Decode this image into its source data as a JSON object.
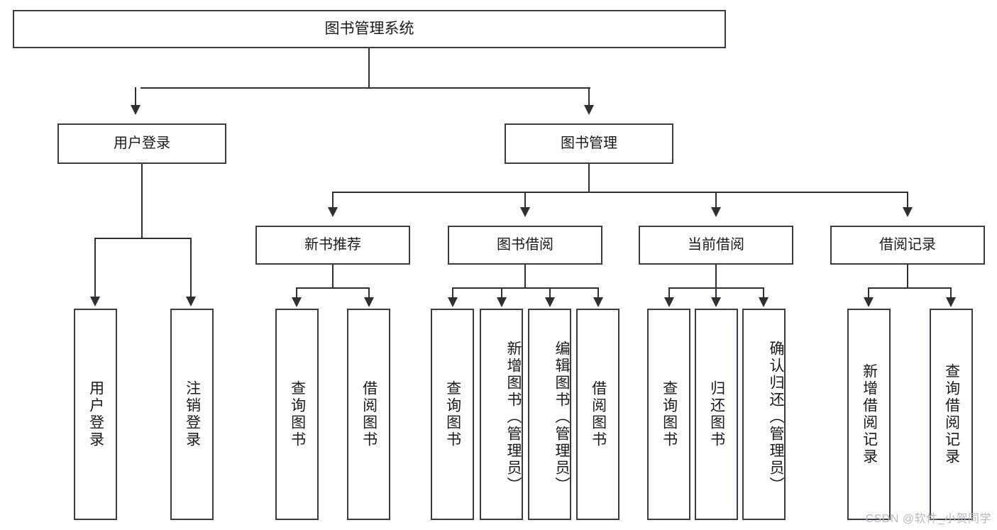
{
  "diagram": {
    "title": "图书管理系统",
    "type": "tree",
    "watermark": "CSDN @软件_小贺同学",
    "colors": {
      "background": "#ffffff",
      "box_border": "#3b3b43",
      "connector": "#2f2f35",
      "text": "#1a1a1a",
      "watermark": "#b9b9bd"
    },
    "nodes": {
      "root": "图书管理系统",
      "level2": [
        {
          "label": "用户登录"
        },
        {
          "label": "图书管理"
        }
      ],
      "level3": [
        {
          "label": "新书推荐"
        },
        {
          "label": "图书借阅"
        },
        {
          "label": "当前借阅"
        },
        {
          "label": "借阅记录"
        }
      ],
      "leaves": {
        "user_login": [
          {
            "label": "用户登录"
          },
          {
            "label": "注销登录"
          }
        ],
        "new_book_recommend": [
          {
            "label": "查询图书"
          },
          {
            "label": "借阅图书"
          }
        ],
        "book_borrow": [
          {
            "label": "查询图书"
          },
          {
            "label": "新增图书（管理员）"
          },
          {
            "label": "编辑图书（管理员）"
          },
          {
            "label": "借阅图书"
          }
        ],
        "current_borrow": [
          {
            "label": "查询图书"
          },
          {
            "label": "归还图书"
          },
          {
            "label": "确认归还（管理员）"
          }
        ],
        "borrow_record": [
          {
            "label": "新增借阅记录"
          },
          {
            "label": "查询借阅记录"
          }
        ]
      }
    }
  }
}
